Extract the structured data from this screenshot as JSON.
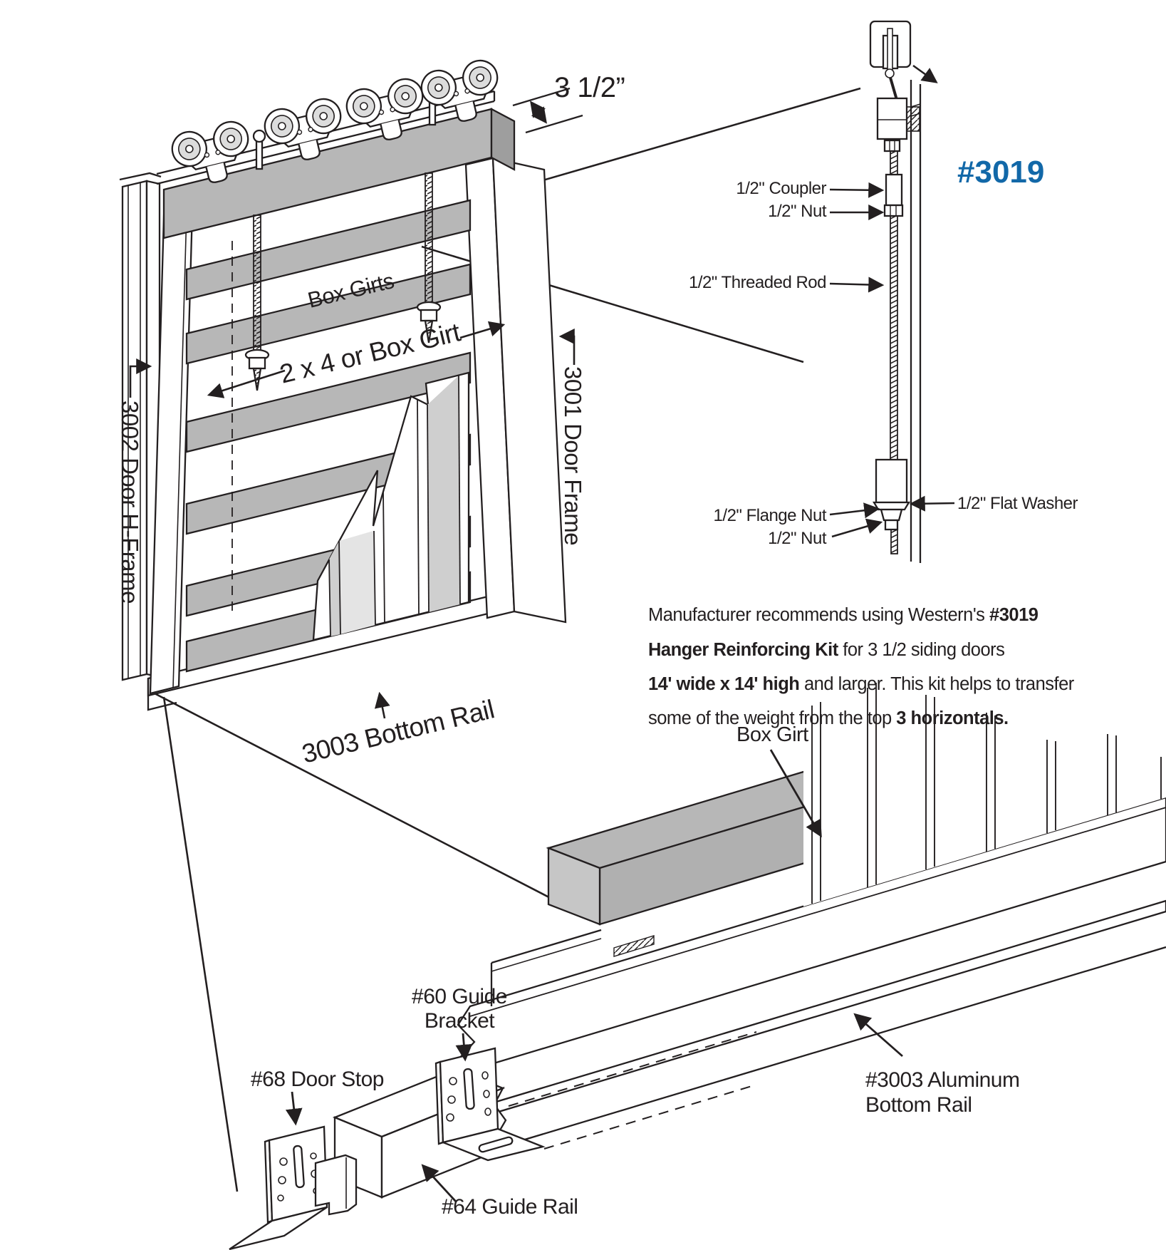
{
  "main_diagram": {
    "dimension": "3 1/2”",
    "box_girts_label": "Box Girts",
    "girt_label": "2 x 4 or Box Girt",
    "left_member_label": "3002 Door H-Frame",
    "right_member_label": "3001 Door Frame",
    "bottom_rail_label": "3003 Bottom Rail"
  },
  "rod_detail": {
    "kit_number": "#3019",
    "kit_number_color": "#1268a8",
    "coupler_label": "1/2\" Coupler",
    "top_nut_label": "1/2\" Nut",
    "threaded_rod_label": "1/2\" Threaded Rod",
    "flat_washer_label": "1/2\" Flat Washer",
    "flange_nut_label": "1/2\" Flange Nut",
    "bottom_nut_label": "1/2\" Nut"
  },
  "note": {
    "lines": [
      {
        "runs": [
          {
            "text": "Manufacturer recommends using Western's ",
            "bold": false
          },
          {
            "text": "#3019",
            "bold": true
          }
        ]
      },
      {
        "runs": [
          {
            "text": "Hanger Reinforcing Kit",
            "bold": true
          },
          {
            "text": " for 3 1/2 siding doors",
            "bold": false
          }
        ]
      },
      {
        "runs": [
          {
            "text": "14' wide x 14' high",
            "bold": true
          },
          {
            "text": " and larger. This kit helps to transfer",
            "bold": false
          }
        ]
      },
      {
        "runs": [
          {
            "text": "some of the weight from the top ",
            "bold": false
          },
          {
            "text": "3 horizontals.",
            "bold": true
          }
        ]
      }
    ]
  },
  "bottom_detail": {
    "box_girt_label": "Box Girt",
    "guide_bracket_label": "#60 Guide\nBracket",
    "door_stop_label": "#68 Door Stop",
    "guide_rail_label": "#64 Guide Rail",
    "bottom_rail_label": "#3003 Aluminum\nBottom Rail"
  }
}
